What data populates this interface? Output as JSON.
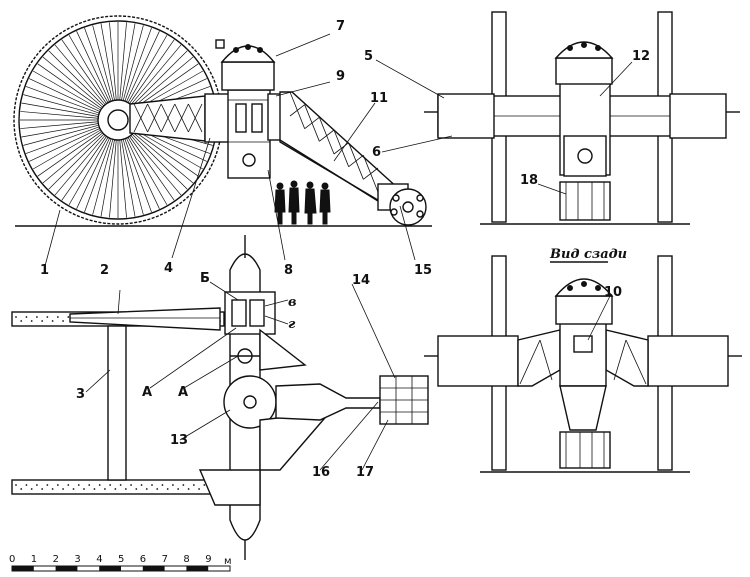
{
  "labels": {
    "n1": "1",
    "n2": "2",
    "n3": "3",
    "n4": "4",
    "n5": "5",
    "n6": "6",
    "n7": "7",
    "n8": "8",
    "n9": "9",
    "n10": "10",
    "n11": "11",
    "n12": "12",
    "n13": "13",
    "n14": "14",
    "n15": "15",
    "n16": "16",
    "n17": "17",
    "n18": "18",
    "b": "Б",
    "v": "в",
    "g": "г",
    "a1": "А",
    "a2": "А"
  },
  "rear_view_title": "Вид сзади",
  "scale_bar": {
    "ticks": [
      "0",
      "1",
      "2",
      "3",
      "4",
      "5",
      "6",
      "7",
      "8",
      "9"
    ],
    "unit": "м"
  }
}
